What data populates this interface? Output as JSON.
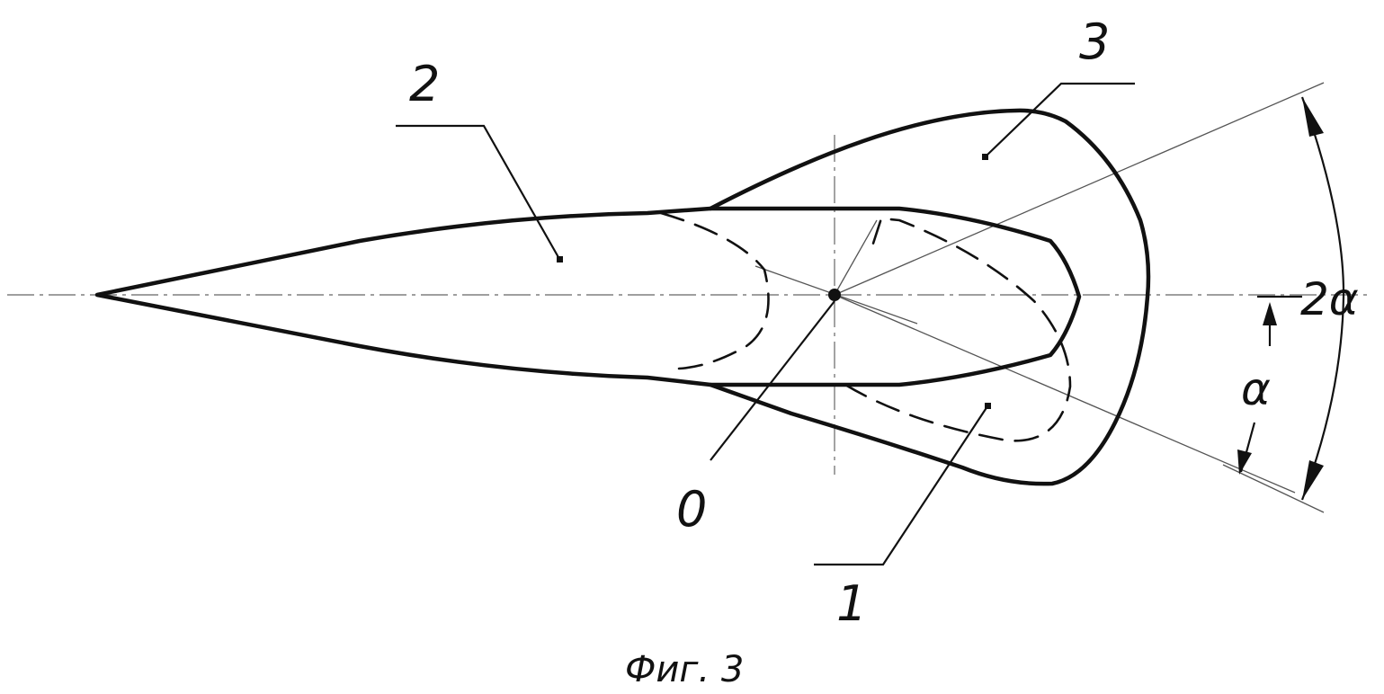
{
  "labels": {
    "part_1": "1",
    "part_2": "2",
    "part_3": "3",
    "point_o": "0",
    "angle_2a": "2α",
    "angle_a": "α"
  },
  "caption": "Фиг. 3"
}
